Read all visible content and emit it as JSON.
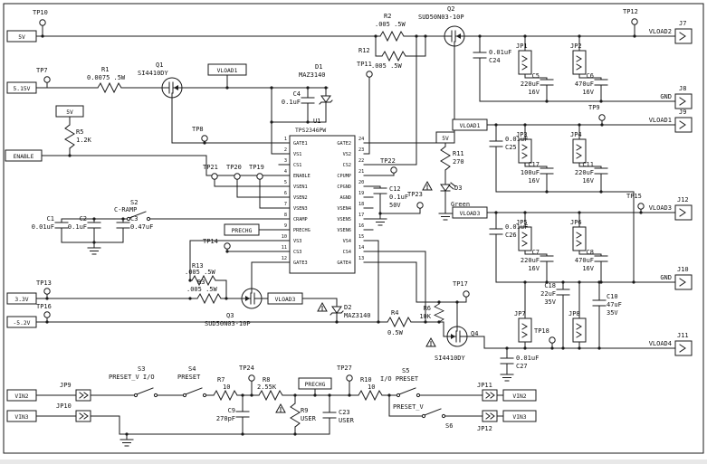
{
  "frame": {
    "bg": "#ffffff",
    "ink": "#1a1a1a"
  },
  "nets": {
    "v5": "5V",
    "v515": "5.15V",
    "v5b": "5V",
    "v5c": "5V",
    "enable": "ENABLE",
    "v33": "3.3V",
    "vn52": "-5.2V",
    "vin2": "VIN2",
    "vin3": "VIN3",
    "vin2r": "VIN2",
    "vin3r": "VIN3",
    "vload1a": "VLOAD1",
    "vload1b": "VLOAD1",
    "vload3a": "VLOAD3",
    "vload3b": "VLOAD3",
    "prechg1": "PRECHG",
    "prechg2": "PRECHG",
    "jnet": {
      "j7": "VLOAD2",
      "j8": "GND",
      "j9": "VLOAD1",
      "j12": "VLOAD3",
      "j10": "GND",
      "j11": "VLOAD4"
    }
  },
  "tps": {
    "tp7": "TP7",
    "tp8": "TP8",
    "tp9": "TP9",
    "tp10": "TP10",
    "tp11": "TP11",
    "tp12": "TP12",
    "tp13": "TP13",
    "tp14": "TP14",
    "tp15": "TP15",
    "tp16": "TP16",
    "tp17": "TP17",
    "tp18": "TP18",
    "tp19": "TP19",
    "tp20": "TP20",
    "tp21": "TP21",
    "tp22": "TP22",
    "tp23": "TP23",
    "tp24": "TP24",
    "tp27": "TP27"
  },
  "conn": {
    "j7": "J7",
    "j8": "J8",
    "j9": "J9",
    "j10": "J10",
    "j11": "J11",
    "j12": "J12"
  },
  "jp": {
    "jp1": "JP1",
    "jp2": "JP2",
    "jp3": "JP3",
    "jp4": "JP4",
    "jp5": "JP5",
    "jp6": "JP6",
    "jp7": "JP7",
    "jp8": "JP8",
    "jp9": "JP9",
    "jp10": "JP10",
    "jp11": "JP11",
    "jp12": "JP12"
  },
  "u1": {
    "ref": "U1",
    "part": "TPS2346PW",
    "left_pins": [
      "GATE1",
      "VS1",
      "CS1",
      "ENABLE",
      "VSEN1",
      "VSEN2",
      "VSEN3",
      "CRAMP",
      "PRECHG",
      "VS3",
      "CS3",
      "GATE3"
    ],
    "right_pins": [
      "GATE2",
      "VS2",
      "CS2",
      "CPUMP",
      "CPGND",
      "AGND",
      "VSEN4",
      "VSEN5",
      "VSEN6",
      "VS4",
      "CS4",
      "GATE4"
    ],
    "left_nums": [
      "1",
      "2",
      "3",
      "4",
      "5",
      "6",
      "7",
      "8",
      "9",
      "10",
      "11",
      "12"
    ],
    "right_nums": [
      "24",
      "23",
      "22",
      "21",
      "20",
      "19",
      "18",
      "17",
      "16",
      "15",
      "14",
      "13"
    ]
  },
  "res": {
    "r1": {
      "ref": "R1",
      "val": "0.0075 .5W"
    },
    "r2": {
      "ref": "R2",
      "val": ".005 .5W"
    },
    "r3": {
      "ref": "R3",
      "val": ".005 .5W"
    },
    "r4": {
      "ref": "R4",
      "val": "0.5W"
    },
    "r5": {
      "ref": "R5",
      "val": "1.2K"
    },
    "r6": {
      "ref": "R6",
      "val": "10K"
    },
    "r7": {
      "ref": "R7",
      "val": "10"
    },
    "r8": {
      "ref": "R8",
      "val": "2.55K"
    },
    "r9": {
      "ref": "R9",
      "val": "USER"
    },
    "r10": {
      "ref": "R10",
      "val": "10"
    },
    "r11": {
      "ref": "R11",
      "val": "270"
    },
    "r12": {
      "ref": "R12",
      "val": ".005 .5W"
    },
    "r13": {
      "ref": "R13",
      "val": ".005 .5W"
    }
  },
  "caps": {
    "c1": {
      "ref": "C1",
      "val": "0.01uF"
    },
    "c2": {
      "ref": "C2",
      "val": "0.1uF"
    },
    "c3": {
      "ref": "C3",
      "val": "0.47uF"
    },
    "c4": {
      "ref": "C4",
      "val": "0.1uF"
    },
    "c5": {
      "ref": "C5",
      "val": "220uF",
      "volt": "16V"
    },
    "c6": {
      "ref": "C6",
      "val": "470uF",
      "volt": "16V"
    },
    "c7": {
      "ref": "C7",
      "val": "220uF",
      "volt": "16V"
    },
    "c8": {
      "ref": "C8",
      "val": "470uF",
      "volt": "16V"
    },
    "c9": {
      "ref": "C9",
      "val": "270pF"
    },
    "c10": {
      "ref": "C10",
      "val": "47uF",
      "volt": "35V"
    },
    "c11": {
      "ref": "C11",
      "val": "220uF",
      "volt": "16V"
    },
    "c12": {
      "ref": "C12",
      "val": "0.1uF",
      "volt": "50V"
    },
    "c17": {
      "ref": "C17",
      "val": "100uF",
      "volt": "16V"
    },
    "c18": {
      "ref": "C18",
      "val": "22uF",
      "volt": "35V"
    },
    "c23": {
      "ref": "C23",
      "val": "USER"
    },
    "c24": {
      "ref": "C24",
      "val": "0.01uF"
    },
    "c25": {
      "ref": "C25",
      "val": "0.01uF"
    },
    "c26": {
      "ref": "C26",
      "val": "0.01uF"
    },
    "c27": {
      "ref": "C27",
      "val": "0.01uF"
    }
  },
  "fets": {
    "q1": {
      "ref": "Q1",
      "part": "SI4410DY"
    },
    "q2": {
      "ref": "Q2",
      "part": "SUD50N03-10P"
    },
    "q3": {
      "ref": "Q3",
      "part": "SUD50N03-10P"
    },
    "q4": {
      "ref": "Q4",
      "part": "SI4410DY"
    }
  },
  "diodes": {
    "d1": {
      "ref": "D1",
      "part": "MAZ3140"
    },
    "d2": {
      "ref": "D2",
      "part": "MAZ3140"
    },
    "d3": {
      "ref": "D3",
      "part": "Green"
    }
  },
  "sw": {
    "s2": {
      "ref": "S2",
      "label": "C-RAMP"
    },
    "s3": {
      "ref": "S3",
      "label": "PRESET_V I/O"
    },
    "s4": {
      "ref": "S4",
      "label": "PRESET"
    },
    "s5": {
      "ref": "S5",
      "label": "I/O PRESET"
    },
    "s6": {
      "ref": "S6",
      "label": "PRESET_V"
    }
  }
}
